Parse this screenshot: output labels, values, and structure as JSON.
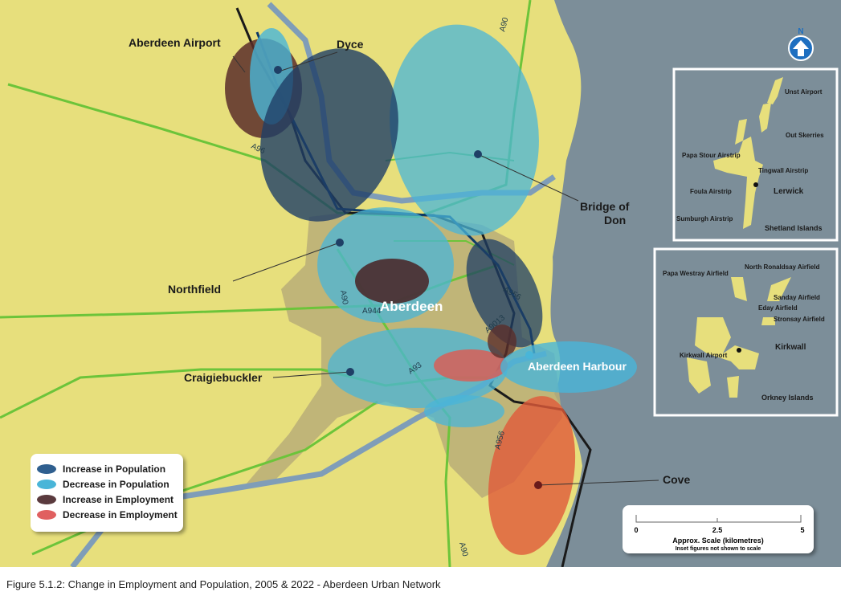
{
  "labels": {
    "aberdeen_airport": "Aberdeen Airport",
    "dyce": "Dyce",
    "bridge_of_don_1": "Bridge of",
    "bridge_of_don_2": "Don",
    "northfield": "Northfield",
    "aberdeen": "Aberdeen",
    "craigiebuckler": "Craigiebuckler",
    "aberdeen_harbour": "Aberdeen Harbour",
    "cove": "Cove"
  },
  "roads": {
    "a90_top": "A90",
    "a96": "A96",
    "a90_mid": "A90",
    "a944": "A944",
    "a93": "A93",
    "a9013": "A9013",
    "a956_top": "A956",
    "a956_south": "A956",
    "a90_south": "A90"
  },
  "north_arrow": "N",
  "shetland": {
    "title": "Shetland Islands",
    "places": [
      "Unst Airport",
      "Out Skerries",
      "Papa Stour Airstrip",
      "Tingwall Airstrip",
      "Lerwick",
      "Foula Airstrip",
      "Sumburgh Airstrip"
    ]
  },
  "orkney": {
    "title": "Orkney Islands",
    "places": [
      "North Ronaldsay Airfield",
      "Papa Westray Airfield",
      "Sanday Airfield",
      "Eday Airfield",
      "Stronsay Airfield",
      "Kirkwall",
      "Kirkwall Airport"
    ]
  },
  "legend": [
    {
      "label": "Increase in Population",
      "color": "#2f5f8f"
    },
    {
      "label": "Decrease in Population",
      "color": "#49b5d8"
    },
    {
      "label": "Increase in Employment",
      "color": "#5a3a3e"
    },
    {
      "label": "Decrease in Employment",
      "color": "#e06060"
    }
  ],
  "scale": {
    "ticks": [
      "0",
      "2.5",
      "5"
    ],
    "title": "Approx. Scale (kilometres)",
    "note": "Inset figures not shown to scale"
  },
  "caption": "Figure 5.1.2: Change in Employment and Population, 2005 & 2022 - Aberdeen Urban Network"
}
